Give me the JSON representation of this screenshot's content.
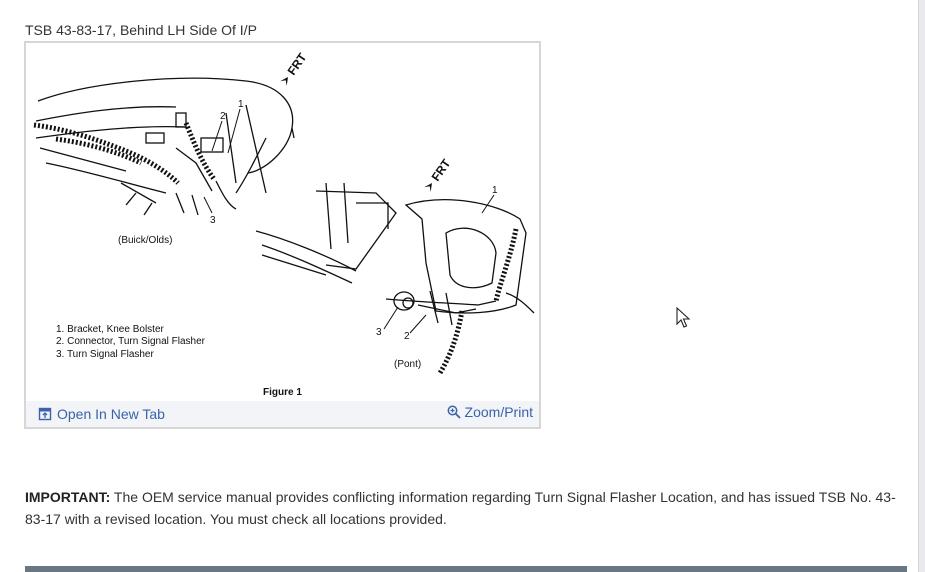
{
  "caption": "TSB 43-83-17, Behind LH Side Of I/P",
  "figure": {
    "frt_label": "FRT",
    "buick_caption": "(Buick/Olds)",
    "pont_caption": "(Pont)",
    "figure_label": "Figure 1",
    "callouts_left": [
      "1",
      "2",
      "3"
    ],
    "callouts_right": [
      "1",
      "2",
      "3"
    ],
    "legend": [
      "1. Bracket, Knee Bolster",
      "2. Connector, Turn Signal Flasher",
      "3. Turn Signal Flasher"
    ]
  },
  "toolbar": {
    "open_label": "Open In New Tab",
    "zoom_label": "Zoom/Print",
    "open_icon": "open-in-new-tab-icon",
    "zoom_icon": "magnifier-icon",
    "link_color": "#3a63a8"
  },
  "important": {
    "label": "IMPORTANT:",
    "text": " The OEM service manual provides conflicting information regarding Turn Signal Flasher Location, and has issued TSB No. 43-83-17 with a revised location. You must check all locations provided."
  }
}
